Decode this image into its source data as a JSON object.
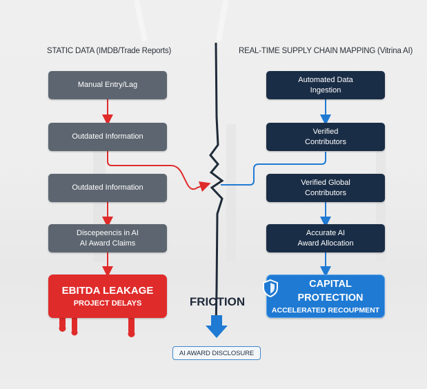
{
  "left_column": {
    "title": "STATIC DATA (IMDB/Trade Reports)",
    "steps": [
      {
        "line1": "Manual Entry/Lag",
        "line2": ""
      },
      {
        "line1": "Outdated Information",
        "line2": ""
      },
      {
        "line1": "Outdated Information",
        "line2": ""
      },
      {
        "line1": "Discepeencis in AI",
        "line2": "AI Award Claims"
      }
    ],
    "outcome": {
      "title": "EBITDA LEAKAGE",
      "subtitle": "PROJECT DELAYS"
    },
    "color": "#e02b2b"
  },
  "right_column": {
    "title": "REAL-TIME SUPPLY CHAIN MAPPING (Vitrina AI)",
    "steps": [
      {
        "line1": "Automated Data",
        "line2": "Ingestion"
      },
      {
        "line1": "Verified",
        "line2": "Contributors"
      },
      {
        "line1": "Verified Global",
        "line2": "Contributors"
      },
      {
        "line1": "Accurate AI",
        "line2": "Award Allocation"
      }
    ],
    "outcome": {
      "title": "CAPITAL PROTECTION",
      "subtitle": "ACCELERATED RECOUPMENT",
      "icon": "shield-icon"
    },
    "color": "#1f7ad3"
  },
  "center": {
    "label": "FRICTION",
    "result": "AI AWARD DISCLOSURE",
    "divider": "crack-line"
  },
  "colors": {
    "gray_box": "#5d6670",
    "navy_box": "#1a2d46",
    "red_arrow": "#e02b2b",
    "blue_arrow": "#1f7ad3"
  }
}
